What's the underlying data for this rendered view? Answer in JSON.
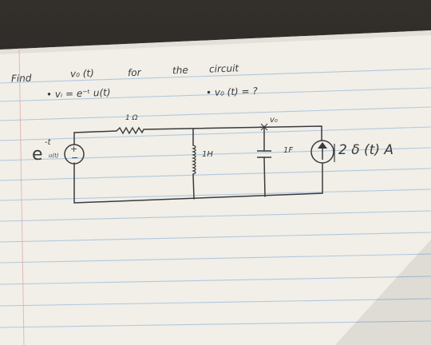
{
  "problem": {
    "find_line": {
      "find": "Find",
      "vo": "v₀ (t)",
      "for": "for",
      "the": "the",
      "circuit": "circuit"
    },
    "given_input": "• vᵢ = e⁻ᵗ u(t)",
    "asked_output": "• v₀ (t) = ?"
  },
  "circuit": {
    "source_label_e": "e",
    "source_label_exp": "-t",
    "source_label_u": "u(t)",
    "source_plus": "+",
    "source_minus": "−",
    "resistor_label": "1 Ω",
    "inductor_label": "1H",
    "capacitor_label": "1F",
    "output_node_label": "v₀",
    "current_source_label": "2 δ (t) A"
  },
  "colors": {
    "paper": "#f1efe8",
    "rule_line": "#a9c4dc",
    "margin_line": "#e2a0a0",
    "ink": "#3a3a3c"
  }
}
